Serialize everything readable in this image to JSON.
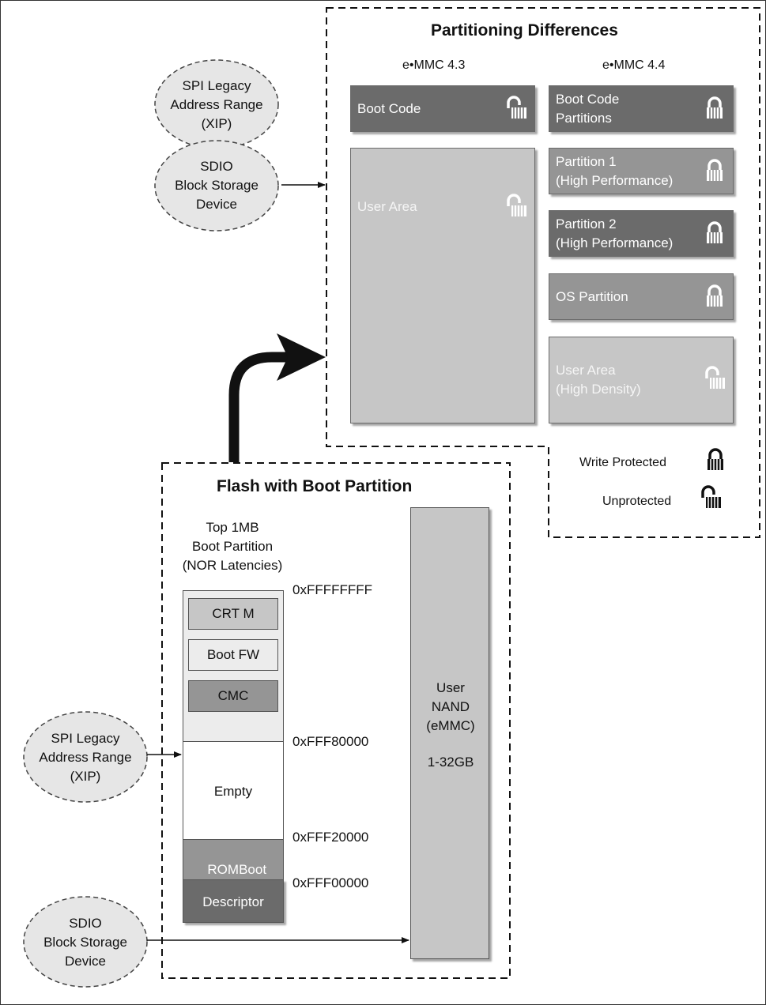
{
  "partitioning": {
    "title": "Partitioning Differences",
    "col_43": "e•MMC 4.3",
    "col_44": "e•MMC 4.4",
    "emmc43": [
      {
        "label": "Boot Code",
        "lock": "unlocked-padlock-icon"
      },
      {
        "label": "User Area",
        "lock": "unlocked-padlock-icon"
      }
    ],
    "emmc44": [
      {
        "label": "Boot Code\nPartitions",
        "lock": "locked-padlock-icon"
      },
      {
        "label": "Partition 1\n(High Performance)",
        "lock": "locked-padlock-icon"
      },
      {
        "label": "Partition 2\n(High Performance)",
        "lock": "locked-padlock-icon"
      },
      {
        "label": "OS Partition",
        "lock": "locked-padlock-icon"
      },
      {
        "label": "User Area\n(High Density)",
        "lock": "unlocked-padlock-icon"
      }
    ],
    "legend": {
      "write_protected": "Write Protected",
      "unprotected": "Unprotected"
    }
  },
  "top_ellipses": {
    "spi": "SPI Legacy\nAddress Range\n(XIP)",
    "sdio": "SDIO\nBlock Storage\nDevice"
  },
  "flash": {
    "title": "Flash with Boot Partition",
    "boot_partition_label": "Top 1MB\nBoot Partition\n(NOR Latencies)",
    "items": {
      "crtm": "CRT M",
      "bootfw": "Boot FW",
      "cmc": "CMC",
      "empty": "Empty",
      "romboot": "ROMBoot\nLoader",
      "descriptor": "Descriptor"
    },
    "addresses": {
      "a1": "0xFFFFFFFF",
      "a2": "0xFFF80000",
      "a3": "0xFFF20000",
      "a4": "0xFFF00000"
    },
    "user_nand": "User\nNAND\n(eMMC)",
    "capacity": "1-32GB"
  },
  "bottom_ellipses": {
    "spi": "SPI Legacy\nAddress Range\n(XIP)",
    "sdio": "SDIO\nBlock Storage\nDevice"
  },
  "colors": {
    "dark_box": "#6b6b6b",
    "mid_box": "#959595",
    "light_box": "#c6c6c6",
    "ellipse_fill": "#e6e6e6"
  }
}
